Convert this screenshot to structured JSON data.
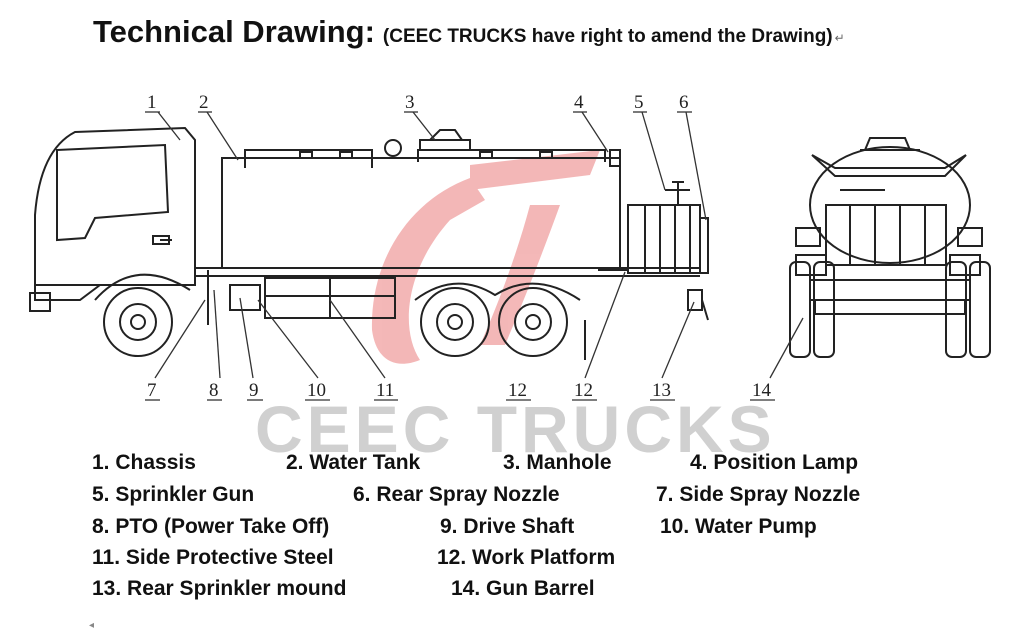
{
  "title": {
    "main": "Technical Drawing:",
    "note": "(CEEC TRUCKS have right to amend the Drawing)",
    "mark": "↵"
  },
  "watermark": {
    "text": "CEEC TRUCKS",
    "logo_color": "#f0a0a0",
    "text_color": "#d0d0d0"
  },
  "callouts": [
    "1",
    "2",
    "3",
    "4",
    "5",
    "6",
    "7",
    "8",
    "9",
    "10",
    "11",
    "12",
    "12",
    "13",
    "14"
  ],
  "legend": [
    "1.  Chassis",
    "2. Water Tank",
    "3. Manhole",
    "4. Position Lamp",
    "5.  Sprinkler Gun",
    "6. Rear Spray Nozzle",
    "7. Side Spray Nozzle",
    "8.  PTO (Power Take Off)",
    "9. Drive Shaft",
    "10. Water Pump",
    "11. Side Protective Steel",
    "12. Work Platform",
    "13. Rear Sprinkler mound",
    "14. Gun Barrel"
  ],
  "stray_mark": "◂"
}
